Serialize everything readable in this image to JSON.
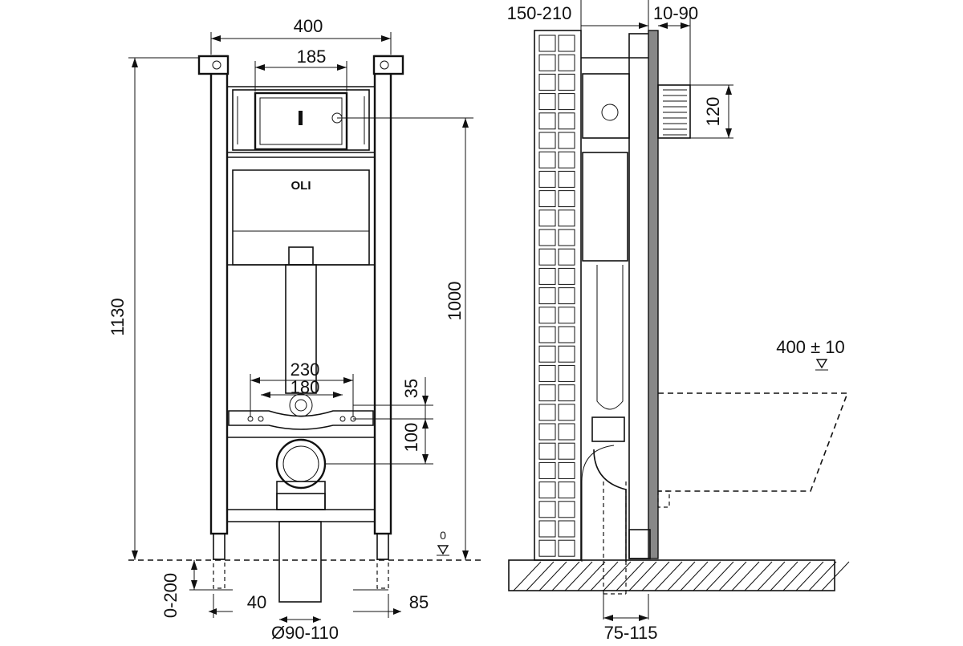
{
  "drawing": {
    "brand": "OLI",
    "front_view": {
      "width_total": "400",
      "button_plate_width": "185",
      "height_total": "1130",
      "flush_height": "1000",
      "bolt_spacing_outer": "230",
      "bolt_spacing_inner": "180",
      "bolt_offset_top": "35",
      "bolt_offset_bottom": "100",
      "foot_adjust": "0-200",
      "foot_offset_left": "40",
      "foot_offset_right": "85",
      "drain_diameter": "Ø90-110",
      "floor_level": "0"
    },
    "side_view": {
      "wall_depth": "150-210",
      "tile_gap": "10-90",
      "flush_hole": "120",
      "bowl_height": "400 ± 10",
      "drain_offset": "75-115"
    }
  }
}
